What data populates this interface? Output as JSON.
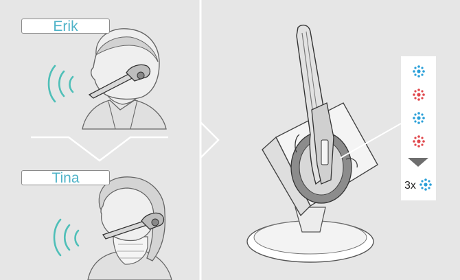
{
  "speakers": [
    {
      "name": "Erik"
    },
    {
      "name": "Tina"
    }
  ],
  "indicator": {
    "sequence": [
      {
        "color": "#2a9fd8",
        "state": "blue"
      },
      {
        "color": "#e0474c",
        "state": "red"
      },
      {
        "color": "#2a9fd8",
        "state": "blue"
      },
      {
        "color": "#e0474c",
        "state": "red"
      }
    ],
    "repeat_label": "3x",
    "repeat_color": "#2a9fd8"
  },
  "colors": {
    "background": "#e6e6e6",
    "sound_waves": "#4fbfb8",
    "name_text": "#4fb3c8"
  }
}
